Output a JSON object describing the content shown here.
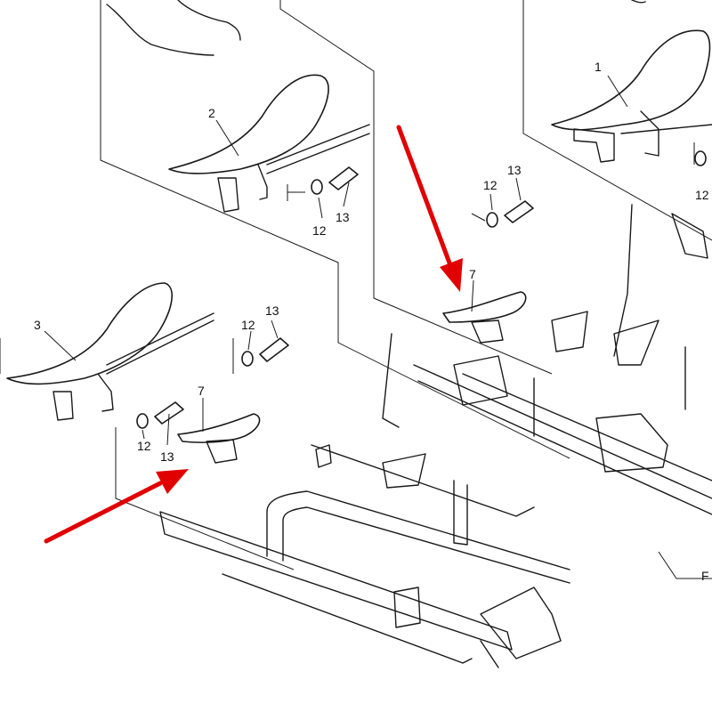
{
  "labels": {
    "part_1": "1",
    "part_2": "2",
    "part_3": "3",
    "part_7_right": "7",
    "part_7_left": "7",
    "part_12_a": "12",
    "part_13_a": "13",
    "part_12_b": "12",
    "part_13_b": "13",
    "part_12_c": "12",
    "part_13_c": "13",
    "part_12_d": "12",
    "part_13_d": "13",
    "part_12_e": "12",
    "frame_ref": "F"
  },
  "colors": {
    "line": "#1a1a1a",
    "highlight_arrow": "#e00000",
    "background": "#ffffff"
  }
}
